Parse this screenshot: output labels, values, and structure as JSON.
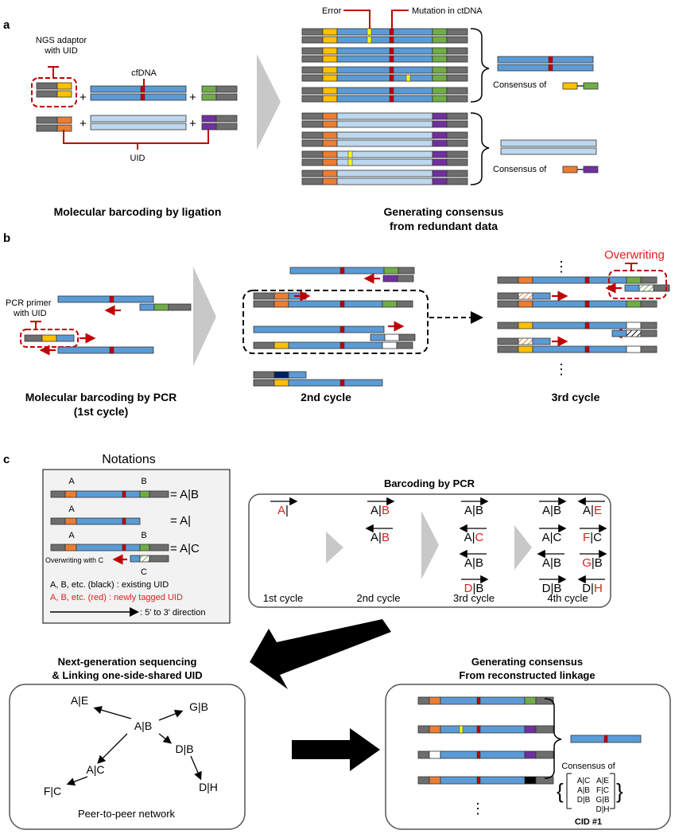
{
  "panel_a": {
    "letter": "a",
    "ngs_adaptor_line1": "NGS adaptor",
    "ngs_adaptor_line2": "with UID",
    "cfdna": "cfDNA",
    "uid": "UID",
    "plus": "+",
    "error": "Error",
    "mutation": "Mutation in ctDNA",
    "consensus_of": "Consensus of",
    "caption_left": "Molecular barcoding by ligation",
    "caption_right_line1": "Generating consensus",
    "caption_right_line2": "from redundant data"
  },
  "panel_b": {
    "letter": "b",
    "primer_line1": "PCR primer",
    "primer_line2": "with UID",
    "overwriting": "Overwriting",
    "caption_1_line1": "Molecular barcoding by PCR",
    "caption_1_line2": "(1st cycle)",
    "caption_2": "2nd cycle",
    "caption_3": "3rd cycle",
    "dots": "⋮"
  },
  "panel_c": {
    "letter": "c",
    "notations_title": "Notations",
    "eq1": "= A|B",
    "eq2": "= A|",
    "eq3": "= A|C",
    "lbl_a": "A",
    "lbl_b": "B",
    "lbl_c": "C",
    "overwriting_with_c": "Overwriting with C",
    "legend_black": "A, B, etc. (black) : existing UID",
    "legend_red": "A, B, etc. (red) : newly tagged UID",
    "legend_arrow": ": 5' to 3' direction",
    "barcoding_title": "Barcoding by PCR",
    "cycles": [
      "1st cycle",
      "2nd cycle",
      "3rd cycle",
      "4th cycle"
    ],
    "ngs_title_line1": "Next-generation sequencing",
    "ngs_title_line2": "& Linking one-side-shared UID",
    "network_nodes": [
      "A|E",
      "G|B",
      "A|B",
      "D|B",
      "A|C",
      "F|C",
      "D|H"
    ],
    "network_caption": "Peer-to-peer network",
    "consensus_title_line1": "Generating consensus",
    "consensus_title_line2": "From reconstructed linkage",
    "consensus_of": "Consensus of",
    "matrix_col1": [
      "A|C",
      "A|B",
      "D|B"
    ],
    "matrix_col2": [
      "A|E",
      "F|C",
      "G|B",
      "D|H"
    ],
    "cid": "CID #1",
    "dots": "⋮"
  },
  "colors": {
    "blue": "#5b9bd5",
    "light_blue": "#bdd7ee",
    "yellow": "#ffc000",
    "orange": "#ed7d31",
    "green": "#70ad47",
    "purple": "#7030a0",
    "grey": "#6e6e6e",
    "red_mark": "#c00000",
    "error_yellow": "#ffff00",
    "navy": "#002060",
    "accent_red": "#e02020"
  }
}
